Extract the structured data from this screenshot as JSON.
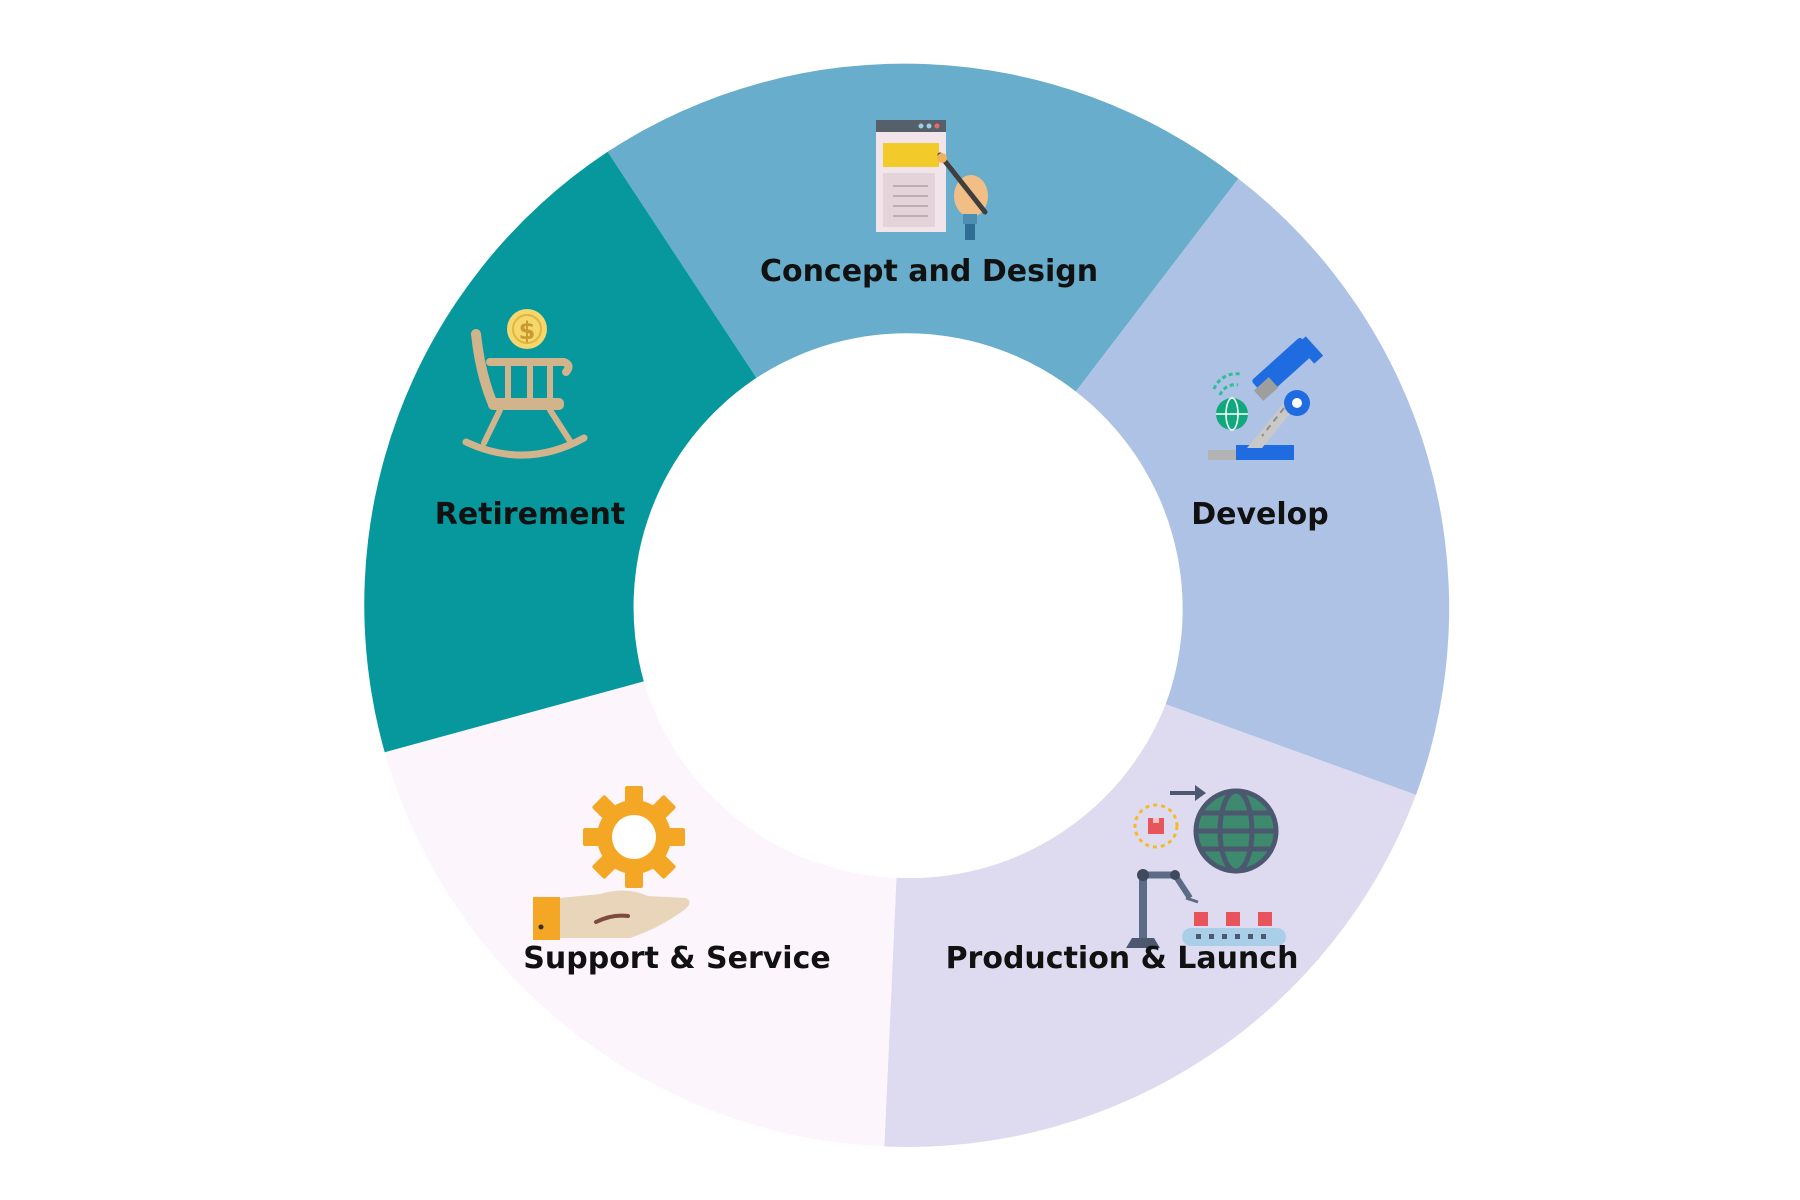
{
  "diagram": {
    "type": "lifecycle-donut",
    "segments": [
      {
        "id": "concept-and-design",
        "label": "Concept and Design",
        "color": "#68ADCB",
        "icon": "design-mockup-icon"
      },
      {
        "id": "develop",
        "label": "Develop",
        "color": "#ADC2E4",
        "icon": "microscope-icon"
      },
      {
        "id": "production-launch",
        "label": "Production & Launch",
        "color": "#DEDBF0",
        "icon": "global-production-icon"
      },
      {
        "id": "support-service",
        "label": "Support & Service",
        "color": "#FCF6FC",
        "icon": "gear-hand-icon"
      },
      {
        "id": "retirement",
        "label": "Retirement",
        "color": "#06989C",
        "icon": "rocking-chair-icon"
      }
    ]
  }
}
